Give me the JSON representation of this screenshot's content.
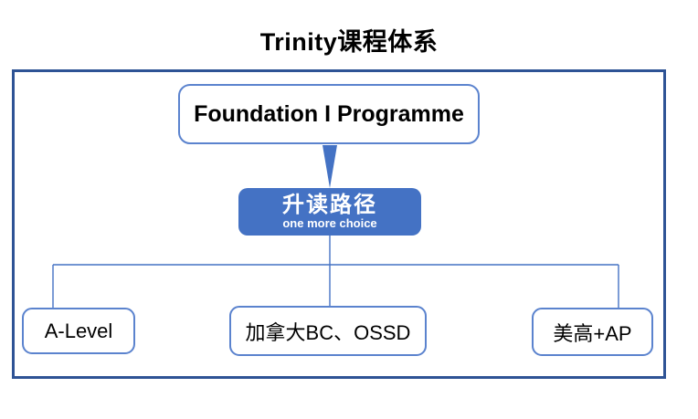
{
  "title": "Trinity课程体系",
  "diagram": {
    "root": {
      "label": "Foundation I Programme"
    },
    "hub": {
      "label": "升读路径",
      "sublabel": "one more choice"
    },
    "leaves": [
      {
        "label": "A-Level"
      },
      {
        "label": "加拿大BC、OSSD"
      },
      {
        "label": "美高+AP"
      }
    ],
    "colors": {
      "accent_blue": "#4472C4",
      "frame_border": "#2E5395",
      "box_border": "#5B83CE",
      "hub_text": "#FFFFFF",
      "text": "#000000"
    }
  }
}
